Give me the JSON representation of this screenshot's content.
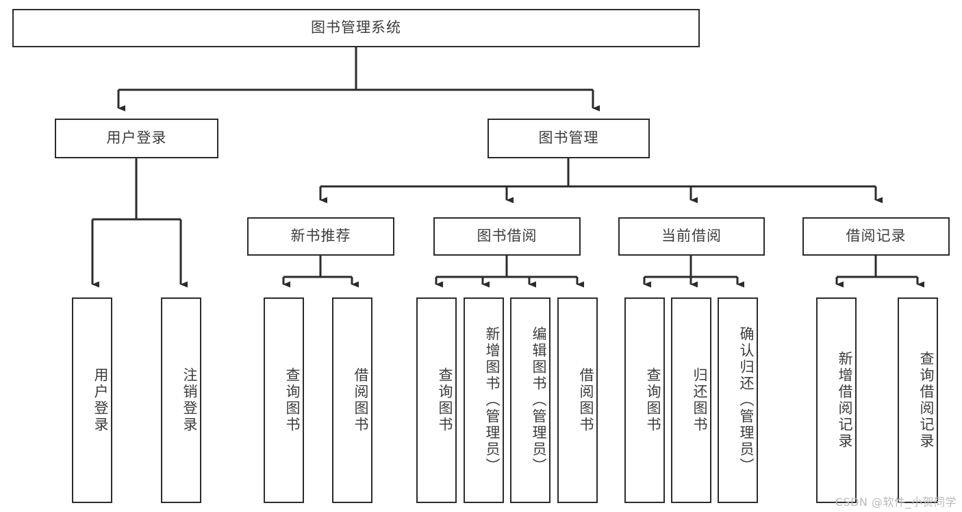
{
  "diagram": {
    "title": "图书管理系统",
    "type": "tree-hierarchy-diagram",
    "colors": {
      "stroke": "#2b2b2b",
      "fill": "#ffffff",
      "text": "#3c3c3c",
      "watermark": "#b9b9b9"
    },
    "root": {
      "label": "图书管理系统"
    },
    "level2": [
      {
        "label": "用户登录"
      },
      {
        "label": "图书管理"
      }
    ],
    "level3": [
      {
        "label": "新书推荐"
      },
      {
        "label": "图书借阅"
      },
      {
        "label": "当前借阅"
      },
      {
        "label": "借阅记录"
      }
    ],
    "leaves": {
      "user_login": [
        {
          "label": "用户登录"
        },
        {
          "label": "注销登录"
        }
      ],
      "new_book_recommend": [
        {
          "label": "查询图书"
        },
        {
          "label": "借阅图书"
        }
      ],
      "book_borrow": [
        {
          "label": "查询图书"
        },
        {
          "label": "新增图书（管理员）"
        },
        {
          "label": "编辑图书（管理员）"
        },
        {
          "label": "借阅图书"
        }
      ],
      "current_borrow": [
        {
          "label": "查询图书"
        },
        {
          "label": "归还图书"
        },
        {
          "label": "确认归还（管理员）"
        }
      ],
      "borrow_record": [
        {
          "label": "新增借阅记录"
        },
        {
          "label": "查询借阅记录"
        }
      ]
    }
  },
  "watermark": {
    "text": "CSDN @软件_小贺同学"
  }
}
